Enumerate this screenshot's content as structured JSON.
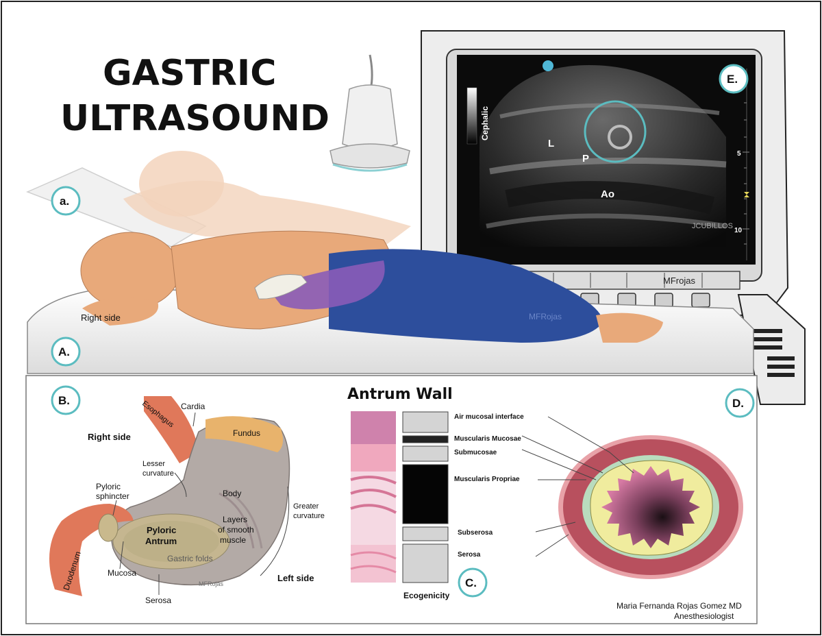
{
  "title": {
    "line1": "GASTRIC",
    "line2": "ULTRASOUND"
  },
  "badges": {
    "a": "a.",
    "A": "A.",
    "B": "B.",
    "C": "C.",
    "D": "D.",
    "E": "E."
  },
  "ultrasound": {
    "orientation": "Cephalic",
    "labels": {
      "liver": "L",
      "pancreas": "P",
      "aorta": "Ao"
    },
    "watermark": "JCUBILLOS",
    "depth_marks": [
      "5",
      "10"
    ],
    "panel_signature": "MFrojas"
  },
  "patient": {
    "side_label": "Right side",
    "watermark": "MFRojas"
  },
  "stomach": {
    "right_side": "Right side",
    "left_side": "Left side",
    "esophagus": "Esophagus",
    "cardia": "Cardia",
    "fundus": "Fundus",
    "lesser_curvature": [
      "Lesser",
      "curvature"
    ],
    "body": "Body",
    "greater_curvature": [
      "Greater",
      "curvature"
    ],
    "pyloric_sphincter": [
      "Pyloric",
      "sphincter"
    ],
    "pyloric_antrum": [
      "Pyloric",
      "Antrum"
    ],
    "layers": [
      "Layers",
      "of smooth",
      "muscle"
    ],
    "gastric_folds": "Gastric folds",
    "duodenum": "Duodenum",
    "mucosa": "Mucosa",
    "serosa": "Serosa",
    "watermark": "MFRojas"
  },
  "antrum_wall": {
    "title": "Antrum Wall",
    "ecogenicity_label": "Ecogenicity",
    "layers": [
      {
        "name": "Air mucosal interface"
      },
      {
        "name": "Muscularis Mucosae"
      },
      {
        "name": "Submucosae"
      },
      {
        "name": "Muscularis Propriae"
      },
      {
        "name": "Subserosa"
      },
      {
        "name": "Serosa"
      }
    ]
  },
  "credit": {
    "name": "Maria Fernanda Rojas Gomez MD",
    "role": "Anesthesiologist"
  },
  "colors": {
    "badge_ring": "#5bbcc0",
    "skin": "#e8a97a",
    "pants": "#2d4e9c",
    "glove": "#8a5cb8",
    "esophagus": "#e0785a",
    "fundus": "#e8b36c",
    "stomach_body": "#b3aaa6",
    "serosa_ring": "#b8505e",
    "green_layer": "#b9dcbe",
    "yellow_layer": "#f0ec9e",
    "mucosa_center": "#d67aa3"
  }
}
